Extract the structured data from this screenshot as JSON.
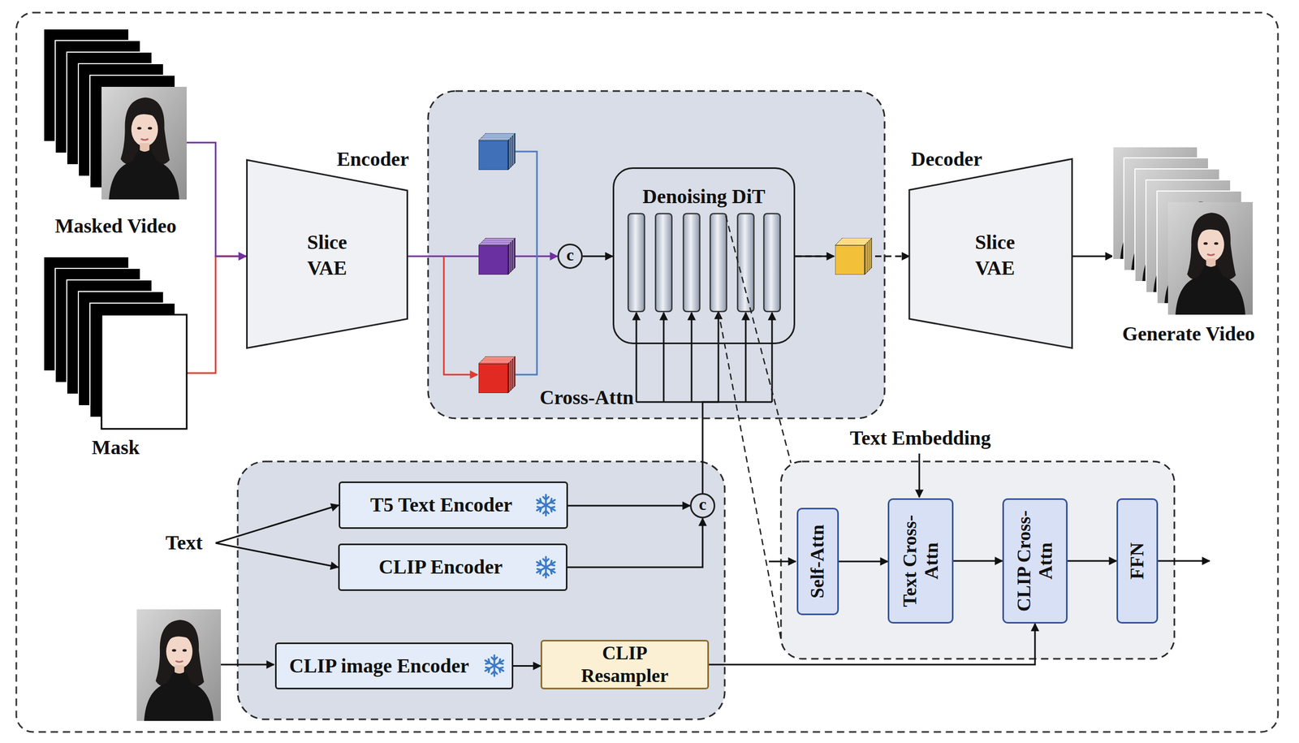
{
  "diagram": {
    "nodes": [
      {
        "text": [
          "Masked Video"
        ]
      },
      {
        "text": [
          "Mask"
        ]
      },
      {
        "text": [
          "Encoder",
          "Slice VAE"
        ]
      },
      {
        "text": [
          "c"
        ]
      },
      {
        "text": [
          "Denoising DiT"
        ]
      },
      {
        "text": [
          "Decoder",
          "Slice VAE"
        ]
      },
      {
        "text": [
          "Generate Video"
        ]
      },
      {
        "text": [
          "Text"
        ]
      },
      {
        "text": [
          "T5 Text Encoder"
        ]
      },
      {
        "text": [
          "CLIP Encoder"
        ]
      },
      {
        "text": [
          "c"
        ]
      },
      {
        "text": [
          "CLIP image Encoder"
        ]
      },
      {
        "text": [
          "CLIP Resampler"
        ]
      },
      {
        "text": [
          "Self-Attn"
        ]
      },
      {
        "text": [
          "Text Cross-Attn"
        ]
      },
      {
        "text": [
          "CLIP Cross-Attn"
        ]
      },
      {
        "text": [
          "FFN"
        ]
      }
    ],
    "edges": [
      {
        "from": 0,
        "to": 2,
        "arrow": "to"
      },
      {
        "from": 1,
        "to": 2,
        "arrow": "to"
      },
      {
        "from": 2,
        "to": 3,
        "arrow": "to"
      },
      {
        "from": 3,
        "to": 4,
        "arrow": "to"
      },
      {
        "from": 4,
        "to": 5,
        "arrow": "to"
      },
      {
        "from": 5,
        "to": 6,
        "arrow": "to"
      },
      {
        "from": 7,
        "to": 8,
        "arrow": "to"
      },
      {
        "from": 7,
        "to": 9,
        "arrow": "to"
      },
      {
        "from": 8,
        "to": 10,
        "arrow": "to"
      },
      {
        "from": 9,
        "to": 10,
        "arrow": "to"
      },
      {
        "from": 10,
        "to": 4,
        "label": "Cross-Attn",
        "arrow": "to"
      },
      {
        "from": 11,
        "to": 12,
        "arrow": "to"
      },
      {
        "from": 12,
        "to": 15,
        "arrow": "to"
      },
      {
        "from": 13,
        "to": 14,
        "arrow": "to"
      },
      {
        "from": 14,
        "to": 15,
        "arrow": "to"
      },
      {
        "from": 15,
        "to": 16,
        "arrow": "to"
      }
    ],
    "labels": [
      "Text Embedding"
    ]
  }
}
